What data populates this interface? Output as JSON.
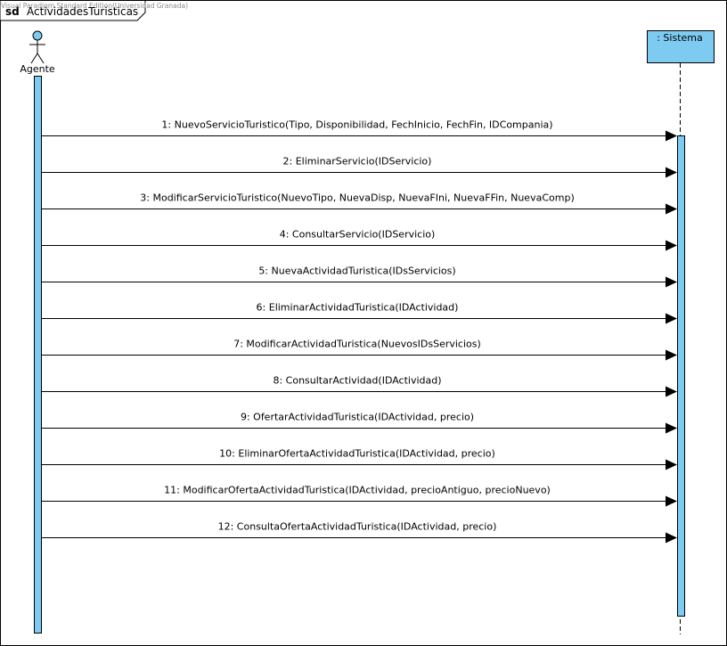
{
  "frame": {
    "keyword": "sd",
    "name": "ActividadesTuristicas",
    "watermark": "Visual Paradigm Standard Edition(Universidad Granada)"
  },
  "lifelines": {
    "actor": {
      "label": "Agente",
      "kind": "actor"
    },
    "system": {
      "label": ": Sistema",
      "kind": "object"
    }
  },
  "messages": [
    "1: NuevoServicioTuristico(Tipo, Disponibilidad, FechInicio, FechFin, IDCompania)",
    "2: EliminarServicio(IDServicio)",
    "3: ModificarServicioTuristico(NuevoTipo, NuevaDisp, NuevaFIni, NuevaFFin, NuevaComp)",
    "4: ConsultarServicio(IDServicio)",
    "5: NuevaActividadTuristica(IDsServicios)",
    "6: EliminarActividadTuristica(IDActividad)",
    "7: ModificarActividadTuristica(NuevosIDsServicios)",
    "8: ConsultarActividad(IDActividad)",
    "9: OfertarActividadTuristica(IDActividad, precio)",
    "10: EliminarOfertaActividadTuristica(IDActividad, precio)",
    "11: ModificarOfertaActividadTuristica(IDActividad, precioAntiguo, precioNuevo)",
    "12: ConsultaOfertaActividadTuristica(IDActividad, precio)"
  ],
  "colors": {
    "activation": "#7ecbf2",
    "object_box": "#7ecbf2",
    "actor_head": "#7ecbf2",
    "line": "#000000"
  }
}
